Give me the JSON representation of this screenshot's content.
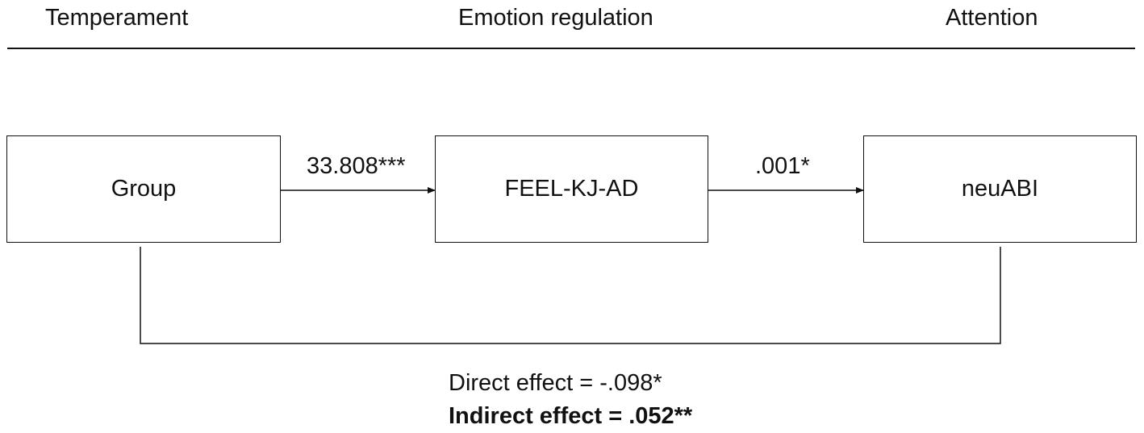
{
  "headers": {
    "temperament": "Temperament",
    "emotion_regulation": "Emotion regulation",
    "attention": "Attention"
  },
  "nodes": {
    "group": "Group",
    "feel_kj_ad": "FEEL-KJ-AD",
    "neuabi": "neuABI"
  },
  "paths": {
    "group_to_feel": "33.808***",
    "feel_to_neuabi": ".001*"
  },
  "effects": {
    "direct": "Direct effect = -.098*",
    "indirect": "Indirect effect = .052**"
  }
}
